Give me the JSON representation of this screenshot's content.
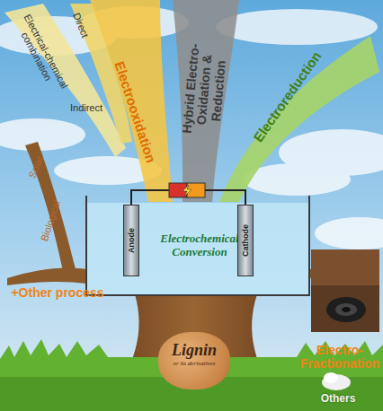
{
  "diagram": {
    "nodes": [
      {
        "text": [
          "Electrochemical Conversion"
        ]
      },
      {
        "text": [
          "Anode"
        ],
        "in": 0
      },
      {
        "text": [
          "Cathode"
        ],
        "in": 0
      },
      {
        "text": [
          "Lignin",
          "or its derivatives"
        ]
      }
    ],
    "edges": [
      {
        "from": 1,
        "to": 2,
        "arrow": "none"
      }
    ],
    "labels": [
      "Direct",
      "Electrical-chemical combination",
      "Indirect",
      "Electrooxidation",
      "Hybrid Electro-Oxidation & Reduction",
      "Electroreduction",
      "Solar",
      "Biological",
      "+Other process",
      "Electro-Fractionation",
      "Others"
    ]
  }
}
